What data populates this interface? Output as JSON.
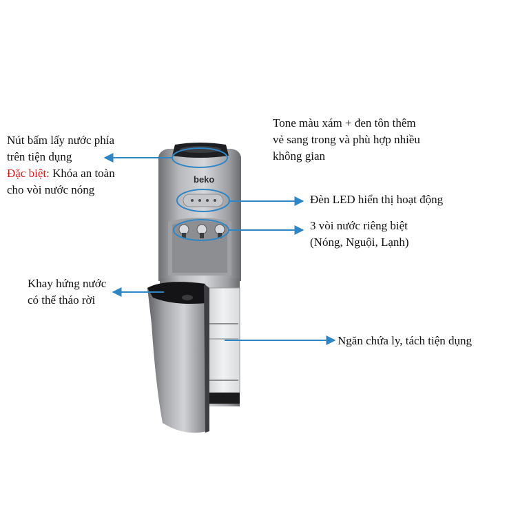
{
  "brand_logo_text": "beko",
  "colors": {
    "arrow": "#2f86c6",
    "highlight": "#d11a1a"
  },
  "labels": {
    "top_buttons": {
      "line1": "Nút bấm lấy nước phía",
      "line2": "trên tiện dụng",
      "line3_red": "Đặc biệt:",
      "line3_rest": " Khóa an toàn",
      "line4": "cho vòi nước nóng"
    },
    "tone": {
      "line1": "Tone màu xám + đen tôn thêm",
      "line2": "vẻ sang trong và phù hợp nhiều",
      "line3": "không gian"
    },
    "led": {
      "line1": "Đèn LED hiển thị hoạt động"
    },
    "faucets": {
      "line1": "3 vòi nước riêng biệt",
      "line2": "(Nóng, Nguội, Lạnh)"
    },
    "drip_tray": {
      "line1": "Khay hứng nước",
      "line2": "có thể tháo rời"
    },
    "cabinet": {
      "line1": "Ngăn chứa ly, tách tiện dụng"
    }
  }
}
